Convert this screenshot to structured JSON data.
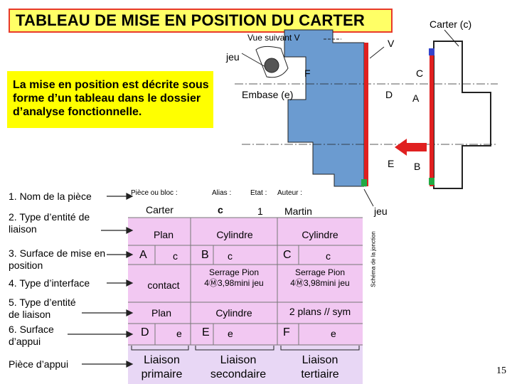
{
  "title": "TABLEAU DE MISE EN POSITION DU CARTER",
  "intro_text": "La mise en position est décrite sous forme d’un tableau dans le dossier d’analyse fonctionnelle.",
  "drawing": {
    "part_label": "Carter (c)",
    "view_label": "Vue suivant V",
    "v_label": "V",
    "jeu_top": "jeu",
    "jeu_right": "jeu",
    "embase_label": "Embase (e)",
    "letters": {
      "F": "F",
      "C": "C",
      "D": "D",
      "A": "A",
      "E": "E",
      "B": "B"
    },
    "vertical_caption": "Schéma de la jonction"
  },
  "left_labels": [
    "1. Nom de la pièce",
    "2. Type d’entité de liaison",
    "3. Surface de mise en position",
    "4. Type d’interface",
    "5. Type d’entité de liaison",
    "6. Surface d’appui",
    "Pièce d’appui"
  ],
  "table": {
    "headers": {
      "piece": "Pièce ou bloc :",
      "alias": "Alias :",
      "etat": "Etat :",
      "auteur": "Auteur :"
    },
    "values": {
      "piece": "Carter",
      "alias": "c",
      "etat": "1",
      "auteur": "Martin"
    },
    "row_entity": [
      "Plan",
      "Cylindre",
      "Cylindre"
    ],
    "row_surface": [
      {
        "letter": "A",
        "piece": "c"
      },
      {
        "letter": "B",
        "piece": "c"
      },
      {
        "letter": "C",
        "piece": "c"
      }
    ],
    "row_interface": [
      "contact",
      "Serrage Pion 4Ⓜ3,98mini jeu",
      "Serrage Pion 4Ⓜ3,98mini jeu"
    ],
    "row_entity2": [
      "Plan",
      "Cylindre",
      "2 plans // sym"
    ],
    "row_support": [
      {
        "letter": "D",
        "piece": "e"
      },
      {
        "letter": "E",
        "piece": "e"
      },
      {
        "letter": "F",
        "piece": "e"
      }
    ],
    "liaisons": [
      "Liaison primaire",
      "Liaison secondaire",
      "Liaison tertiaire"
    ]
  },
  "page_number": "15",
  "colors": {
    "title_bg": "#ffff66",
    "title_border": "#e83a2a",
    "intro_bg": "#ffff00",
    "part_fill": "#6699cc",
    "red": "#e02020",
    "pink": "#f2c8f2",
    "purple": "#cc99ff",
    "blue_part": "#3366cc"
  }
}
